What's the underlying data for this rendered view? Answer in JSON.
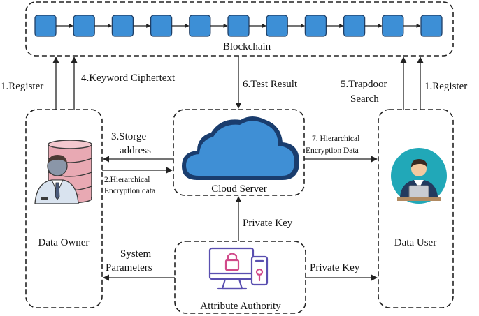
{
  "blockchain": {
    "label": "Blockchain",
    "block_count": 11,
    "block_color": "#3d8fd6"
  },
  "entities": {
    "data_owner": "Data Owner",
    "cloud_server": "Cloud Server",
    "data_user": "Data User",
    "attribute_authority": "Attribute Authority"
  },
  "arrows": {
    "owner_register": "1.Register",
    "keyword_ciphertext": "4.Keyword Ciphertext",
    "test_result": "6.Test Result",
    "trapdoor_line1": "5.Trapdoor",
    "trapdoor_line2": "Search",
    "user_register": "1.Register",
    "storage_line1": "3.Storge",
    "storage_line2": "address",
    "hier_enc_line1": "2.Hierarchical",
    "hier_enc_line2": "Encryption data",
    "hier_data_line1": "7. Hierarchical",
    "hier_data_line2": "Encryption Data",
    "private_key_server": "Private Key",
    "private_key_user": "Private Key",
    "system_params_line1": "System",
    "system_params_line2": "Parameters"
  },
  "icons": {
    "data_owner": "user-database-icon",
    "cloud_server": "cloud-icon",
    "data_user": "user-laptop-icon",
    "attribute_authority": "secure-computer-icon"
  },
  "colors": {
    "cloud_fill": "#3f8fd5",
    "cloud_outline": "#1a3d6e",
    "user_circle": "#21a8b8",
    "database": "#e8a9b3"
  }
}
